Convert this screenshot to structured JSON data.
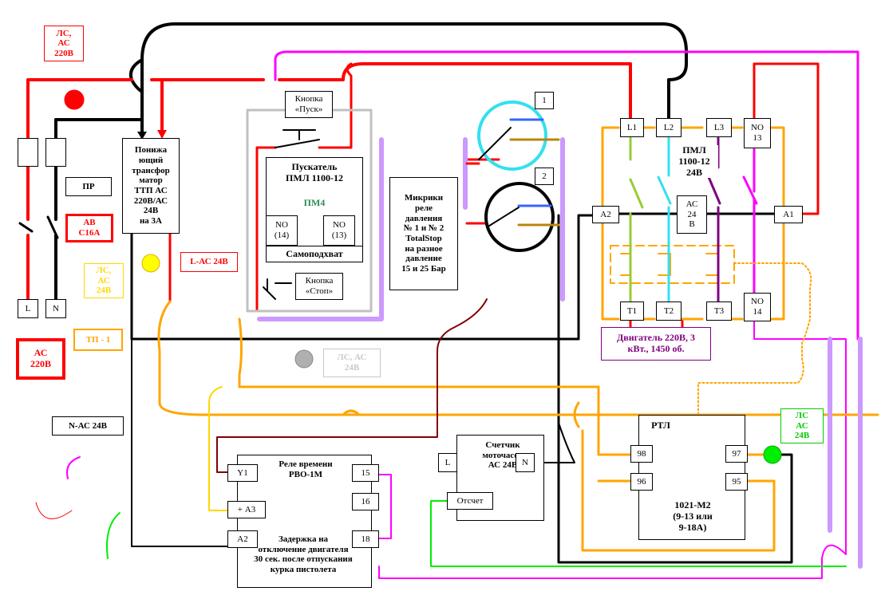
{
  "labels": {
    "ls_ac_220": "ЛС,\nАС\n220В",
    "pr": "ПР",
    "av": "АВ\nС16А",
    "ls_ac_24_left": "ЛС,\nАС\n24В",
    "l_term": "L",
    "n_term": "N",
    "tp1": "ТП - 1",
    "ac_220_source": "АС\n220В",
    "n_ac_24": "N-АС 24В",
    "l_ac_24": "L-АС 24В",
    "transformer": "Понижа\nющий\nтрансфор\nматор\nТТП АС\n220В/АС\n24В\nна 3А",
    "btn_start": "Кнопка\n«Пуск»",
    "starter": "Пускатель\nПМЛ 1100-12",
    "pm4": "ПМ4",
    "no14": "NO\n(14)",
    "no13": "NO\n(13)",
    "selfhold": "Самоподхват",
    "btn_stop": "Кнопка\n«Стоп»",
    "ls_ac_24_gray": "ЛС, АС\n24В",
    "microswitch": "Микрики\nреле\nдавления\n№ 1 и № 2\nTotalStop\nна разное\nдавление\n15 и 25 Бар",
    "sw1": "1",
    "sw2": "2",
    "pml_l1": "L1",
    "pml_l2": "L2",
    "pml_l3": "L3",
    "pml_no13": "NO\n13",
    "pml_title": "ПМЛ\n1100-12\n24В",
    "pml_a2": "А2",
    "pml_coil": "АС\n24\nВ",
    "pml_a1": "А1",
    "pml_t1": "Т1",
    "pml_t2": "Т2",
    "pml_t3": "Т3",
    "pml_no14": "NO\n14",
    "motor": "Двигатель 220В, 3\nкВт., 1450 об.",
    "rtl": "РТЛ",
    "rtl_98": "98",
    "rtl_97": "97",
    "rtl_96": "96",
    "rtl_95": "95",
    "rtl_model": "1021-М2\n(9-13 или\n9-18А)",
    "ls_ac_24_green": "ЛС\nАС\n24В",
    "counter_title": "Счетчик\nмоточасов\nАС 24В",
    "counter_l": "L",
    "counter_n": "N",
    "counter_reset": "Отсчет",
    "relay_title": "Реле времени\nРВО-1М",
    "relay_y1": "Y1",
    "relay_a3": "+ А3",
    "relay_a2": "А2",
    "relay_15": "15",
    "relay_16": "16",
    "relay_18": "18",
    "relay_delay": "Задержка на\nотключение двигателя\n30 сек. после отпускания\nкурка пистолета"
  },
  "colors": {
    "red": "#ff0000",
    "black": "#000000",
    "magenta": "#ff00ff",
    "orange": "#ffa500",
    "lavender": "#cc99ff",
    "cyan": "#33e0f0",
    "green": "#00ee00",
    "lime": "#99cc33",
    "purple": "#800080",
    "brown": "#800000",
    "gold": "#b8860b",
    "blue": "#3366ff"
  }
}
